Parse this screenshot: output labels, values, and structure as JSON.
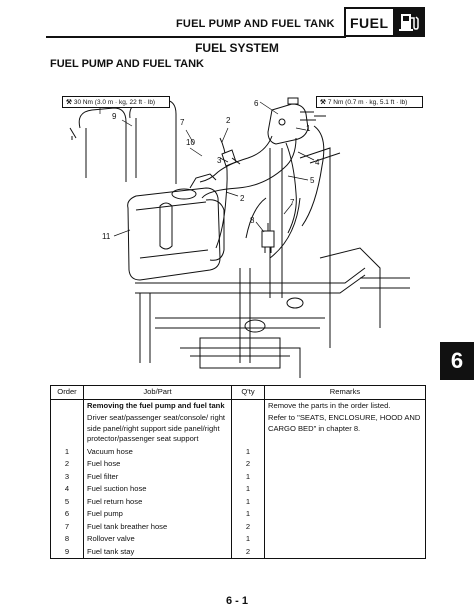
{
  "header": {
    "title": "FUEL PUMP AND FUEL TANK",
    "badge": "FUEL"
  },
  "section_title": "FUEL SYSTEM",
  "subsection_title": "FUEL PUMP AND FUEL TANK",
  "figure": {
    "torque_left": "30 Nm (3.0 m · kg, 22 ft · lb)",
    "torque_right": "7 Nm (0.7 m · kg, 5.1 ft · lb)",
    "callouts": [
      "6",
      "9",
      "7",
      "10",
      "2",
      "3",
      "1",
      "4",
      "5",
      "2",
      "11",
      "8",
      "7"
    ]
  },
  "chapter_tab": "6",
  "table": {
    "headers": [
      "Order",
      "Job/Part",
      "Q'ty",
      "Remarks"
    ],
    "rows": [
      {
        "order": "",
        "part": "Removing the fuel pump and fuel tank",
        "qty": "",
        "remarks": "Remove the parts in the order listed.",
        "bold": true
      },
      {
        "order": "",
        "part": "Driver seat/passenger seat/console/ right side panel/right support side panel/right protector/passenger seat support",
        "qty": "",
        "remarks": "Refer to \"SEATS, ENCLOSURE, HOOD AND CARGO BED\" in chapter 8.",
        "bold": false
      },
      {
        "order": "1",
        "part": "Vacuum hose",
        "qty": "1",
        "remarks": "",
        "bold": false
      },
      {
        "order": "2",
        "part": "Fuel hose",
        "qty": "2",
        "remarks": "",
        "bold": false
      },
      {
        "order": "3",
        "part": "Fuel filter",
        "qty": "1",
        "remarks": "",
        "bold": false
      },
      {
        "order": "4",
        "part": "Fuel suction hose",
        "qty": "1",
        "remarks": "",
        "bold": false
      },
      {
        "order": "5",
        "part": "Fuel return hose",
        "qty": "1",
        "remarks": "",
        "bold": false
      },
      {
        "order": "6",
        "part": "Fuel pump",
        "qty": "1",
        "remarks": "",
        "bold": false
      },
      {
        "order": "7",
        "part": "Fuel tank breather hose",
        "qty": "2",
        "remarks": "",
        "bold": false
      },
      {
        "order": "8",
        "part": "Rollover valve",
        "qty": "1",
        "remarks": "",
        "bold": false
      },
      {
        "order": "9",
        "part": "Fuel tank stay",
        "qty": "2",
        "remarks": "",
        "bold": false
      }
    ]
  },
  "page_number": "6 - 1",
  "colors": {
    "ink": "#111111",
    "paper": "#ffffff"
  }
}
